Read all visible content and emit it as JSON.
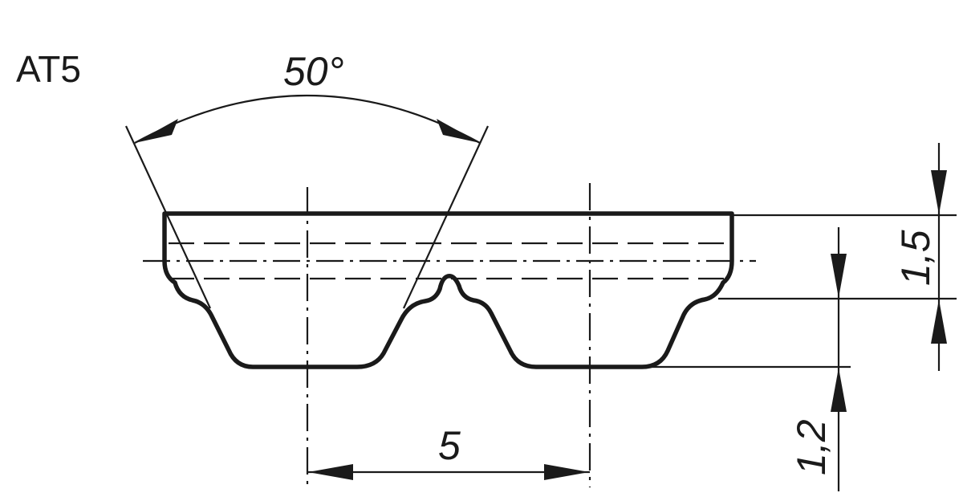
{
  "diagram": {
    "title": "AT5",
    "labels": {
      "angle": "50°",
      "pitch": "5",
      "belt_height": "1,5",
      "tooth_height": "1,2"
    },
    "colors": {
      "line": "#1a1a1a",
      "background": "#ffffff"
    }
  }
}
